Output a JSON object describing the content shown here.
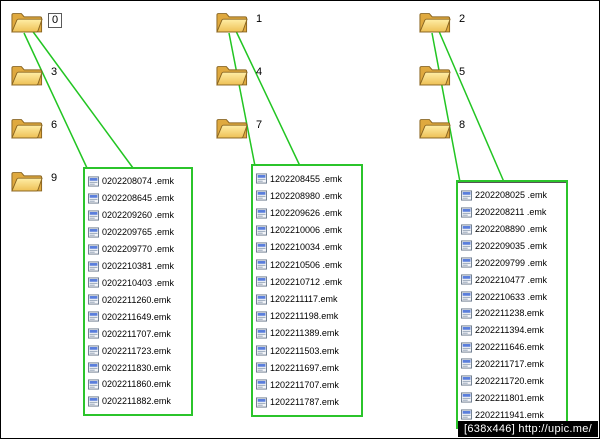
{
  "watermark": "[638x446] http://upic.me/",
  "colors": {
    "connector_green": "#22c522",
    "box_border_green": "#2bc42b",
    "folder_yellow": "#f2c65a",
    "watermark_bg": "#000000",
    "watermark_text": "#ffffff"
  },
  "folders": [
    {
      "label": "0",
      "selected": true
    },
    {
      "label": "1",
      "selected": false
    },
    {
      "label": "2",
      "selected": false
    },
    {
      "label": "3",
      "selected": false
    },
    {
      "label": "4",
      "selected": false
    },
    {
      "label": "5",
      "selected": false
    },
    {
      "label": "6",
      "selected": false
    },
    {
      "label": "7",
      "selected": false
    },
    {
      "label": "8",
      "selected": false
    },
    {
      "label": "9",
      "selected": false
    }
  ],
  "file_lists": [
    {
      "source_folder": "0",
      "files": [
        "0202208074 .emk",
        "0202208645 .emk",
        "0202209260 .emk",
        "0202209765 .emk",
        "0202209770 .emk",
        "0202210381 .emk",
        "0202210403 .emk",
        "0202211260.emk",
        "0202211649.emk",
        "0202211707.emk",
        "0202211723.emk",
        "0202211830.emk",
        "0202211860.emk",
        "0202211882.emk"
      ]
    },
    {
      "source_folder": "1",
      "files": [
        "1202208455 .emk",
        "1202208980 .emk",
        "1202209626 .emk",
        "1202210006 .emk",
        "1202210034 .emk",
        "1202210506 .emk",
        "1202210712 .emk",
        "1202211117.emk",
        "1202211198.emk",
        "1202211389.emk",
        "1202211503.emk",
        "1202211697.emk",
        "1202211707.emk",
        "1202211787.emk"
      ]
    },
    {
      "source_folder": "2",
      "files": [
        "2202208025 .emk",
        "2202208211 .emk",
        "2202208890 .emk",
        "2202209035 .emk",
        "2202209799 .emk",
        "2202210477 .emk",
        "2202210633 .emk",
        "2202211238.emk",
        "2202211394.emk",
        "2202211646.emk",
        "2202211717.emk",
        "2202211720.emk",
        "2202211801.emk",
        "2202211941.emk"
      ]
    }
  ]
}
